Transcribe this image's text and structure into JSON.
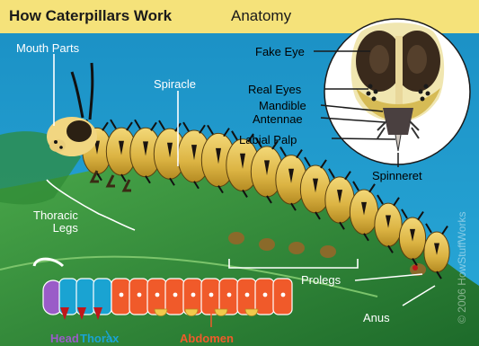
{
  "title": {
    "main": "How Caterpillars Work",
    "sub": "Anatomy"
  },
  "labels": {
    "mouth_parts": "Mouth Parts",
    "spiracle": "Spiracle",
    "thoracic_legs": "Thoracic\nLegs",
    "prolegs": "Prolegs",
    "anus": "Anus",
    "fake_eye": "Fake Eye",
    "real_eyes": "Real Eyes",
    "mandible": "Mandible",
    "antennae": "Antennae",
    "labial_palp": "Labial Palp",
    "spinneret": "Spinneret"
  },
  "body_key": {
    "head": "Head",
    "thorax": "Thorax",
    "abdomen": "Abdomen"
  },
  "colors": {
    "header_bg": "#f5e27a",
    "sky": "#1c97c9",
    "leaf_light": "#3a9c3c",
    "leaf_dark": "#1f6a28",
    "caterpillar_yellow": "#e8c653",
    "head_key": "#9a5cc8",
    "thorax_key": "#1aa3d2",
    "abdomen_key": "#f05a2a",
    "accent_red": "#c0171b"
  }
}
